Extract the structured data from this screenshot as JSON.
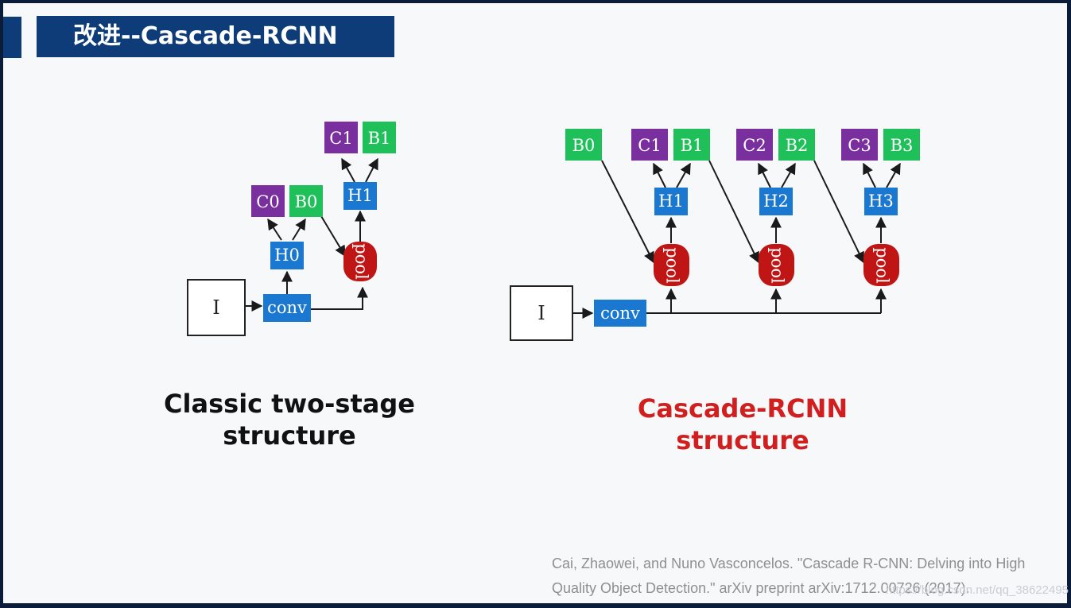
{
  "title": "改进--Cascade-RCNN",
  "left_caption": [
    "Classic two-stage",
    "structure"
  ],
  "right_caption": [
    "Cascade-RCNN",
    "structure"
  ],
  "citation": [
    "Cai, Zhaowei, and Nuno Vasconcelos. \"Cascade R-CNN: Delving into High",
    "Quality Object Detection.\" arXiv preprint arXiv:1712.00726 (2017)."
  ],
  "watermark": "https://blog.csdn.net/qq_38622495",
  "labels": {
    "image": "I",
    "conv": "conv",
    "pool": "pool",
    "C0": "C0",
    "B0": "B0",
    "H0": "H0",
    "C1": "C1",
    "B1": "B1",
    "H1": "H1",
    "C2": "C2",
    "B2": "B2",
    "H2": "H2",
    "C3": "C3",
    "B3": "B3",
    "H3": "H3"
  },
  "colors": {
    "title_bg": "#0d3c78",
    "class_box": "#7a2f9e",
    "box_box": "#1fbf5a",
    "head_box": "#1a78d0",
    "pool": "#c01515",
    "accent_red": "#d11f1f"
  }
}
